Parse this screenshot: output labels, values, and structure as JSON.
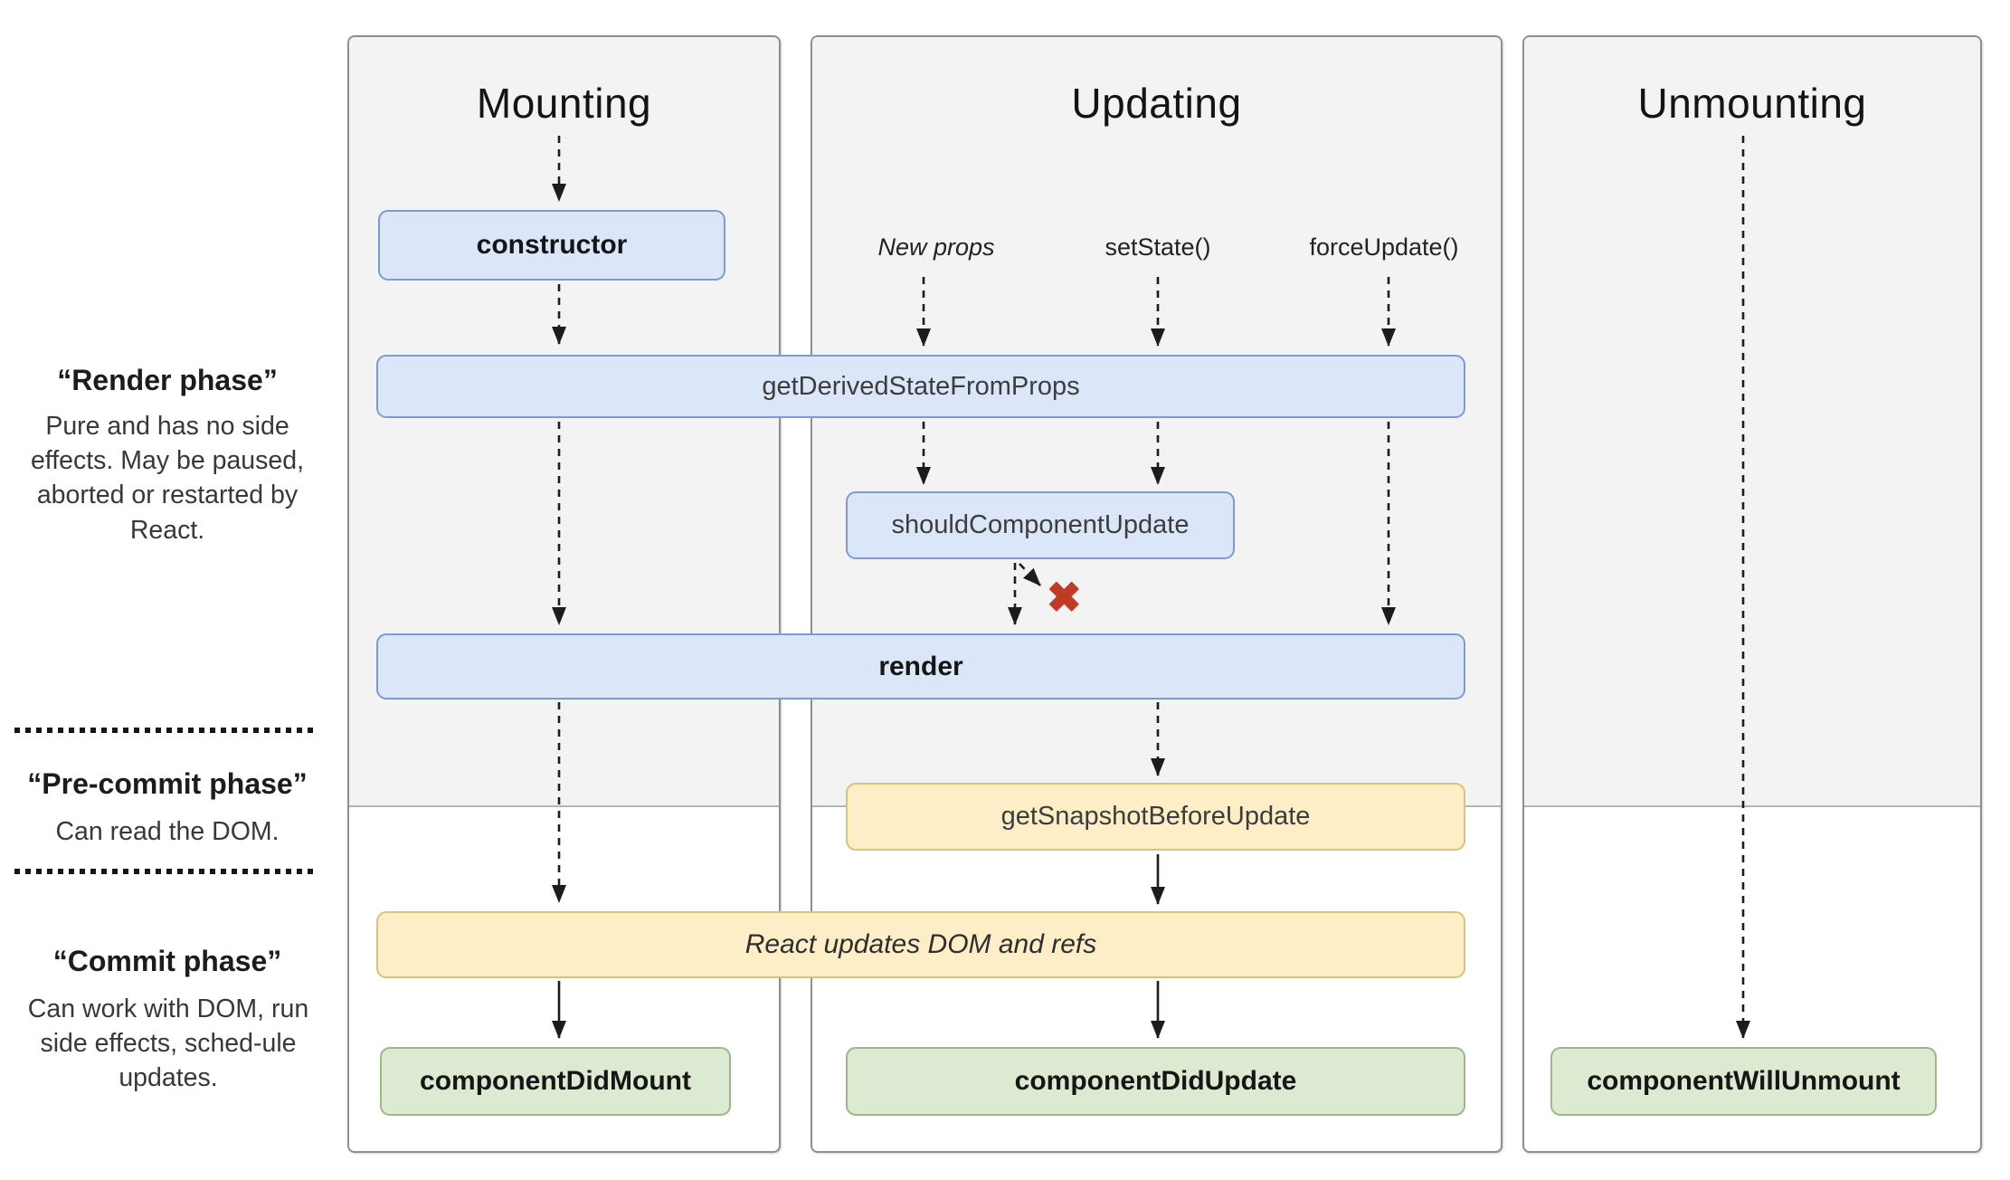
{
  "diagram": {
    "columns": {
      "mounting": {
        "title": "Mounting"
      },
      "updating": {
        "title": "Updating"
      },
      "unmounting": {
        "title": "Unmounting"
      }
    },
    "phases": {
      "render": {
        "title": "“Render phase”",
        "desc": "Pure and has no side effects. May be paused, aborted or restarted by React."
      },
      "pre_commit": {
        "title": "“Pre-commit phase”",
        "desc": "Can read the DOM."
      },
      "commit": {
        "title": "“Commit phase”",
        "desc": "Can work with DOM, run side effects, sched-ule updates."
      }
    },
    "triggers": {
      "new_props": {
        "label": "New props"
      },
      "set_state": {
        "label": "setState()"
      },
      "force_update": {
        "label": "forceUpdate()"
      }
    },
    "nodes": {
      "constructor": {
        "label": "constructor"
      },
      "get_derived_state_from_props": {
        "label": "getDerivedStateFromProps"
      },
      "should_component_update": {
        "label": "shouldComponentUpdate"
      },
      "render": {
        "label": "render"
      },
      "get_snapshot_before_update": {
        "label": "getSnapshotBeforeUpdate"
      },
      "react_updates": {
        "label": "React updates DOM and refs"
      },
      "component_did_mount": {
        "label": "componentDidMount"
      },
      "component_did_update": {
        "label": "componentDidUpdate"
      },
      "component_will_unmount": {
        "label": "componentWillUnmount"
      }
    },
    "reject_mark": "✖",
    "colors": {
      "lifecycle_blue_fill": "#dbe7f9",
      "lifecycle_blue_border": "#7d9bd2",
      "side_effect_yellow_fill": "#feeec7",
      "side_effect_yellow_border": "#dcc07c",
      "commit_green_fill": "#dcead2",
      "commit_green_border": "#9cb788",
      "reject_red": "#c23a26"
    }
  }
}
